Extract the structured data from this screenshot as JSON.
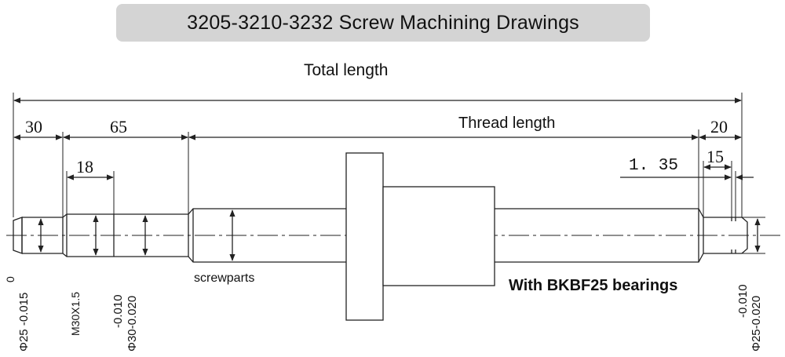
{
  "title": "3205-3210-3232 Screw Machining Drawings",
  "labels": {
    "total_length": "Total length",
    "thread_length": "Thread length",
    "dim_30": "30",
    "dim_65": "65",
    "dim_18": "18",
    "dim_20": "20",
    "dim_15": "15",
    "dim_1_35": "1. 35",
    "screwparts": "screwparts",
    "bearings": "With BKBF25 bearings"
  },
  "rotated": {
    "d25_upper": "0",
    "d25_main": "Φ25 -0.015",
    "m30": "M30X1.5",
    "d30_upper": "-0.010",
    "d30_main": "Φ30-0.020",
    "d25r_upper": "-0.010",
    "d25r_main": "Φ25-0.020"
  },
  "colors": {
    "line": "#222222",
    "title_bg": "#d4d4d4"
  }
}
